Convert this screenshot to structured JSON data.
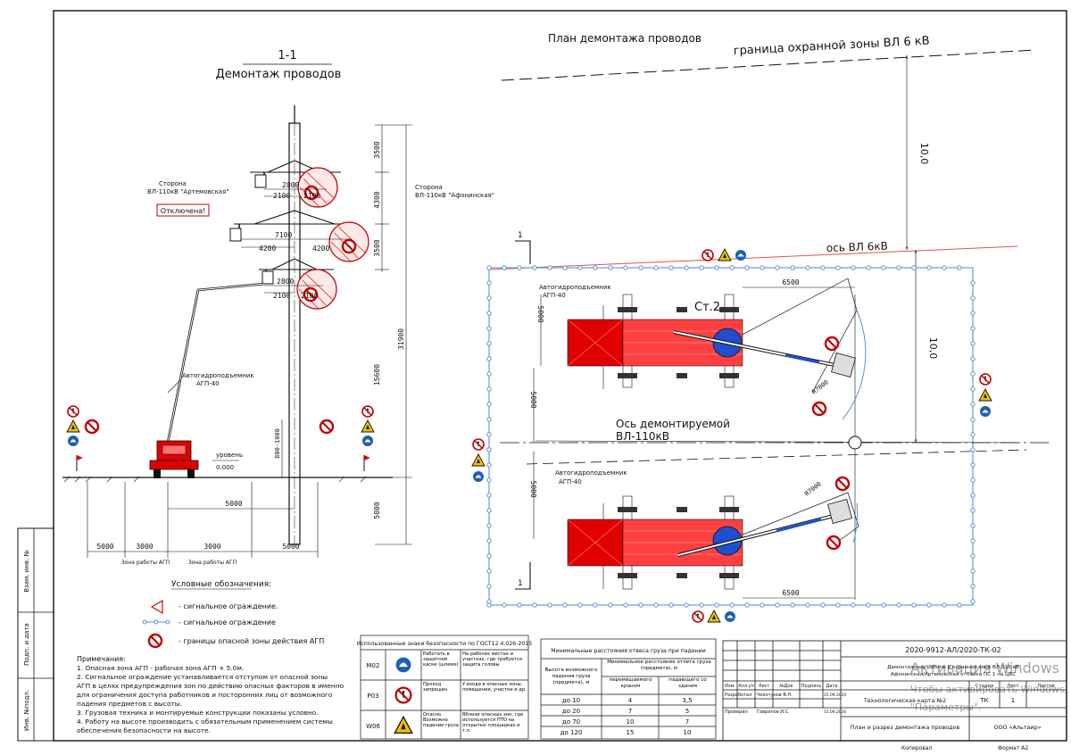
{
  "section": {
    "title": "1-1",
    "subtitle": "Демонтаж проводов"
  },
  "plan": {
    "title": "План демонтажа проводов",
    "zone_boundary": "граница охранной зоны ВЛ 6 кВ",
    "axis_vl6": "ось ВЛ 6кВ",
    "axis_dismantle_1": "Ось демонтируемой",
    "axis_dismantle_2": "ВЛ-110кВ",
    "pole": "Ст.2",
    "section_mark": "1"
  },
  "elevation": {
    "side_left_1": "Сторона",
    "side_left_2": "ВЛ-110кВ \"Артемовская\"",
    "side_right_1": "Сторона",
    "side_right_2": "ВЛ-110кВ \"Афонинская\"",
    "disconnected": "Отключена!",
    "truck_1": "Автогидроподъемник",
    "truck_2": "АГП-40",
    "ground_1": "уровень",
    "ground_2": "0.000",
    "zone_agp": "Зона работы АГП",
    "dims": {
      "d3500a": "3500",
      "d4300": "4300",
      "d3500b": "3500",
      "d31900": "31900",
      "d15600": "15600",
      "d5000v": "5000",
      "d800": "800-1000",
      "d2800a": "2800",
      "d2100a": "2100",
      "d2100b": "2100",
      "d7100": "7100",
      "d4200a": "4200",
      "d4200b": "4200",
      "d2800b": "2800",
      "d2100c": "2100",
      "d2100d": "2100",
      "d5000h": "5000",
      "b5000a": "5000",
      "b3000a": "3000",
      "b3000b": "3000",
      "b5000b": "5000"
    }
  },
  "plan_dims": {
    "d10a": "10,0",
    "d10b": "10,0",
    "d6500a": "6500",
    "d6500b": "6500",
    "d5000a": "5000",
    "d5000b": "5000",
    "d5000c": "5000",
    "r7000a": "R7000",
    "r7000b": "R7000",
    "truck_1": "Автогидроподъемник",
    "truck_2": "АГП-40"
  },
  "legend": {
    "title": "Условные обозначения:",
    "item1": "- сигнальное ограждение.",
    "item2": "- сигнальное ограждение",
    "item3": "- границы опасной зоны действия АГП"
  },
  "notes": {
    "title": "Примечания:",
    "lines": [
      "1. Опасная зона АГП - рабочая зона АГП + 5.0м.",
      "2. Сигнальное ограждение устанавливается отступом от опасной зоны",
      "АГП в целях предупреждения зон по действию опасных факторов в именно",
      "для ограничения доступа работников и посторонних лиц от возможного",
      "падения предметов с высоты.",
      "3. Грузовая техника и монтируемые конструкции показаны условно.",
      "4. Работу на высоте производить с обязательным применением системы",
      "обеспечения безопасности на высоте."
    ]
  },
  "signs_table": {
    "title": "Использованные знаки безопасности по ГОСТ12.4.026-2015",
    "rows": [
      {
        "code": "M02",
        "c1": "Работать в защитной каске (шлеме)",
        "c2": "На рабочих местах и участках, где требуется защита головы"
      },
      {
        "code": "P03",
        "c1": "Проход запрещен",
        "c2": "У входа в опасные зоны, помещения, участки и др."
      },
      {
        "code": "W06",
        "c1": "Опасно. Возможно падение груза",
        "c2": "Вблизи опасных зон, где используется ПТО на открытых площадках и т.п."
      }
    ]
  },
  "dist_table": {
    "title": "Минимальные расстояния отвеса груза при падении",
    "h1": "Высота возможного падения груза (предмета), м",
    "h2": "Минимальное расстояние отлета груза (предмета), м",
    "h2a": "перемещаемого краном",
    "h2b": "падающего со здания",
    "rows": [
      [
        "до 10",
        "4",
        "3,5"
      ],
      [
        "до 20",
        "7",
        "5"
      ],
      [
        "до 70",
        "10",
        "7"
      ],
      [
        "до 120",
        "15",
        "10"
      ]
    ]
  },
  "title_block": {
    "code": "2020-9912-АЛ/2020-ТК-02",
    "work_1": "Демонтажные работы в охранной зоне ВЛ-110 кВ",
    "work_2": "Афонинская/Артемовская отпайка ПС 1 на ЦВС",
    "hdr": [
      "Изм.",
      "Кол.уч",
      "Лист",
      "№Док",
      "Подпись",
      "Дата"
    ],
    "r1": [
      "Разработал",
      "Чекотунов В.Н.",
      "15.09.2020"
    ],
    "r2": [
      "Проверил",
      "Гаврилов И.С.",
      "15.09.2020"
    ],
    "card": "Технологическая карта №2",
    "stage_h": "Стадия",
    "sheet_h": "Лист",
    "sheets_h": "Листов",
    "stage": "ТК",
    "sheet": "1",
    "drawing": "План и разрез демонтажа проводов",
    "org": "ООО «Альтаир»",
    "copied": "Копировал",
    "format": "Формат А2",
    "watermark_1": "Активация Windows",
    "watermark_2": "Чтобы активировать Windows, перейдите в раздел",
    "watermark_3": "\"Параметры\"."
  },
  "side_stamp": {
    "a": "Инв. №подл.",
    "b": "Подп. и дата",
    "c": "Взам. инв. №"
  }
}
